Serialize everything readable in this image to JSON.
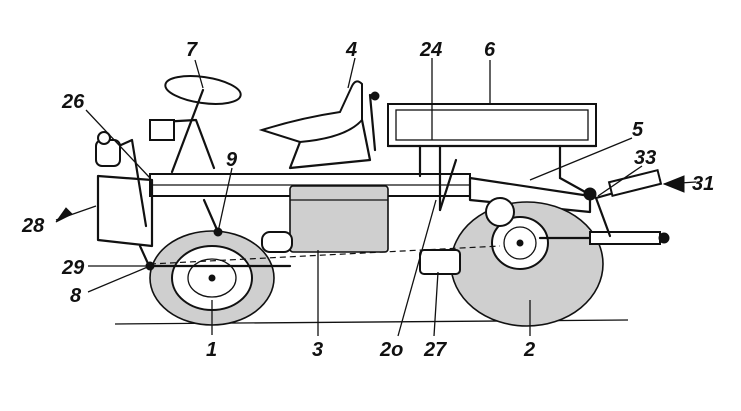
{
  "labels": {
    "l1": "1",
    "l2": "2",
    "l3": "3",
    "l4": "4",
    "l5": "5",
    "l6": "6",
    "l7": "7",
    "l8": "8",
    "l9": "9",
    "l20": "2o",
    "l24": "24",
    "l26": "26",
    "l27": "27",
    "l28": "28",
    "l29": "29",
    "l31": "31",
    "l33": "33"
  }
}
